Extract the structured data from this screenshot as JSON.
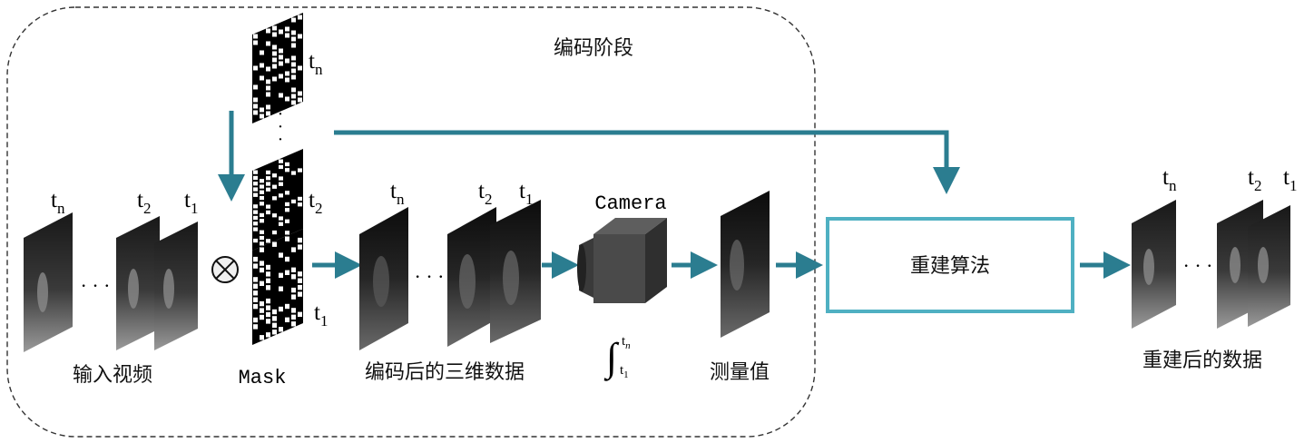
{
  "colors": {
    "arrow": "#2b7d90",
    "box_border": "#4fb0c2",
    "dashed_border": "#333333",
    "frame_dark": "#101010"
  },
  "stage_title": "编码阶段",
  "labels": {
    "input_video": "输入视频",
    "mask": "Mask",
    "encoded_3d": "编码后的三维数据",
    "camera": "Camera",
    "measurement": "测量值",
    "algorithm": "重建算法",
    "reconstructed": "重建后的数据"
  },
  "time_labels": {
    "t_base": "t",
    "sub_n": "n",
    "sub_2": "2",
    "sub_1": "1"
  },
  "integral": {
    "symbol": "∫",
    "upper": "t",
    "upper_sub": "n",
    "lower": "t",
    "lower_sub": "1"
  },
  "ellipsis": "· · ·",
  "vertical_dots": "·",
  "operator_icon": "circled-times-icon",
  "camera_icon": "camera-cube-icon"
}
